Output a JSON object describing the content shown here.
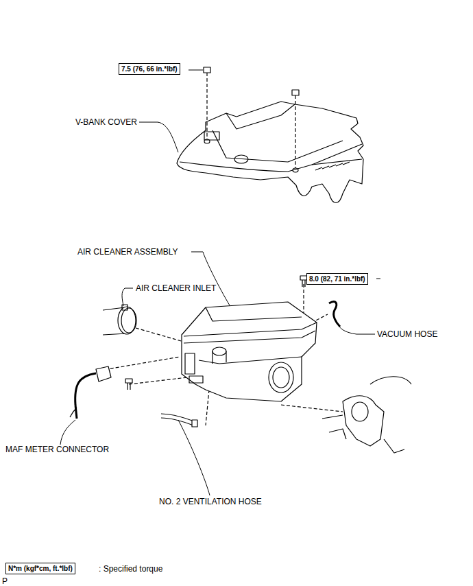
{
  "diagram": {
    "nodes": [
      {
        "text": [
          "7.5 (76, 66 in.*lbf)"
        ]
      },
      {
        "text": [
          "8.0 (82, 71 in.*lbf)"
        ]
      },
      {
        "text": [
          "N*m (kgf*cm, ft.*lbf)"
        ]
      }
    ],
    "edges": [],
    "labels": [
      "V-BANK COVER",
      "AIR CLEANER ASSEMBLY",
      "AIR CLEANER INLET",
      "VACUUM HOSE",
      "MAF METER CONNECTOR",
      "NO. 2 VENTILATION HOSE",
      ": Specified torque",
      "P"
    ]
  }
}
